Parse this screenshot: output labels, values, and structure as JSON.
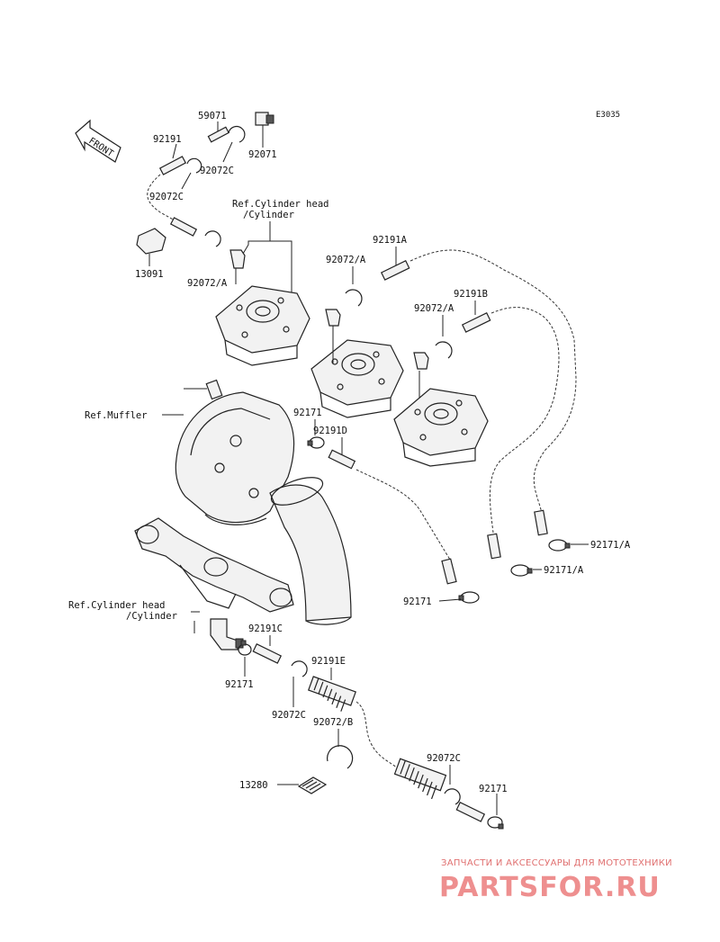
{
  "diagram": {
    "code": "E3035",
    "front_label": "FRONT",
    "refs": {
      "cyl_head_top": "Ref.Cylinder head\n/Cylinder",
      "muffler": "Ref.Muffler",
      "cyl_head_bottom": "Ref.Cylinder head\n/Cylinder"
    },
    "parts": {
      "p59071": "59071",
      "p92071": "92071",
      "p92191_top": "92191",
      "p92072c_a": "92072C",
      "p92072c_b": "92072C",
      "p13091": "13091",
      "p92072a_1": "92072/A",
      "p92072a_2": "92072/A",
      "p92072a_3": "92072/A",
      "p92191a": "92191A",
      "p92191b": "92191B",
      "p92171_mid": "92171",
      "p92191d": "92191D",
      "p92171a_1": "92171/A",
      "p92171a_2": "92171/A",
      "p92171_hose": "92171",
      "p92191c": "92191C",
      "p92171_bottom": "92171",
      "p92191e": "92191E",
      "p92072c_c": "92072C",
      "p92072b": "92072/B",
      "p13280": "13280",
      "p92072c_d": "92072C",
      "p92171_last": "92171"
    }
  },
  "watermark": {
    "subtitle": "ЗАПЧАСТИ И АКСЕССУАРЫ ДЛЯ МОТОТЕХНИКИ",
    "brand": "PARTSFOR.RU"
  }
}
